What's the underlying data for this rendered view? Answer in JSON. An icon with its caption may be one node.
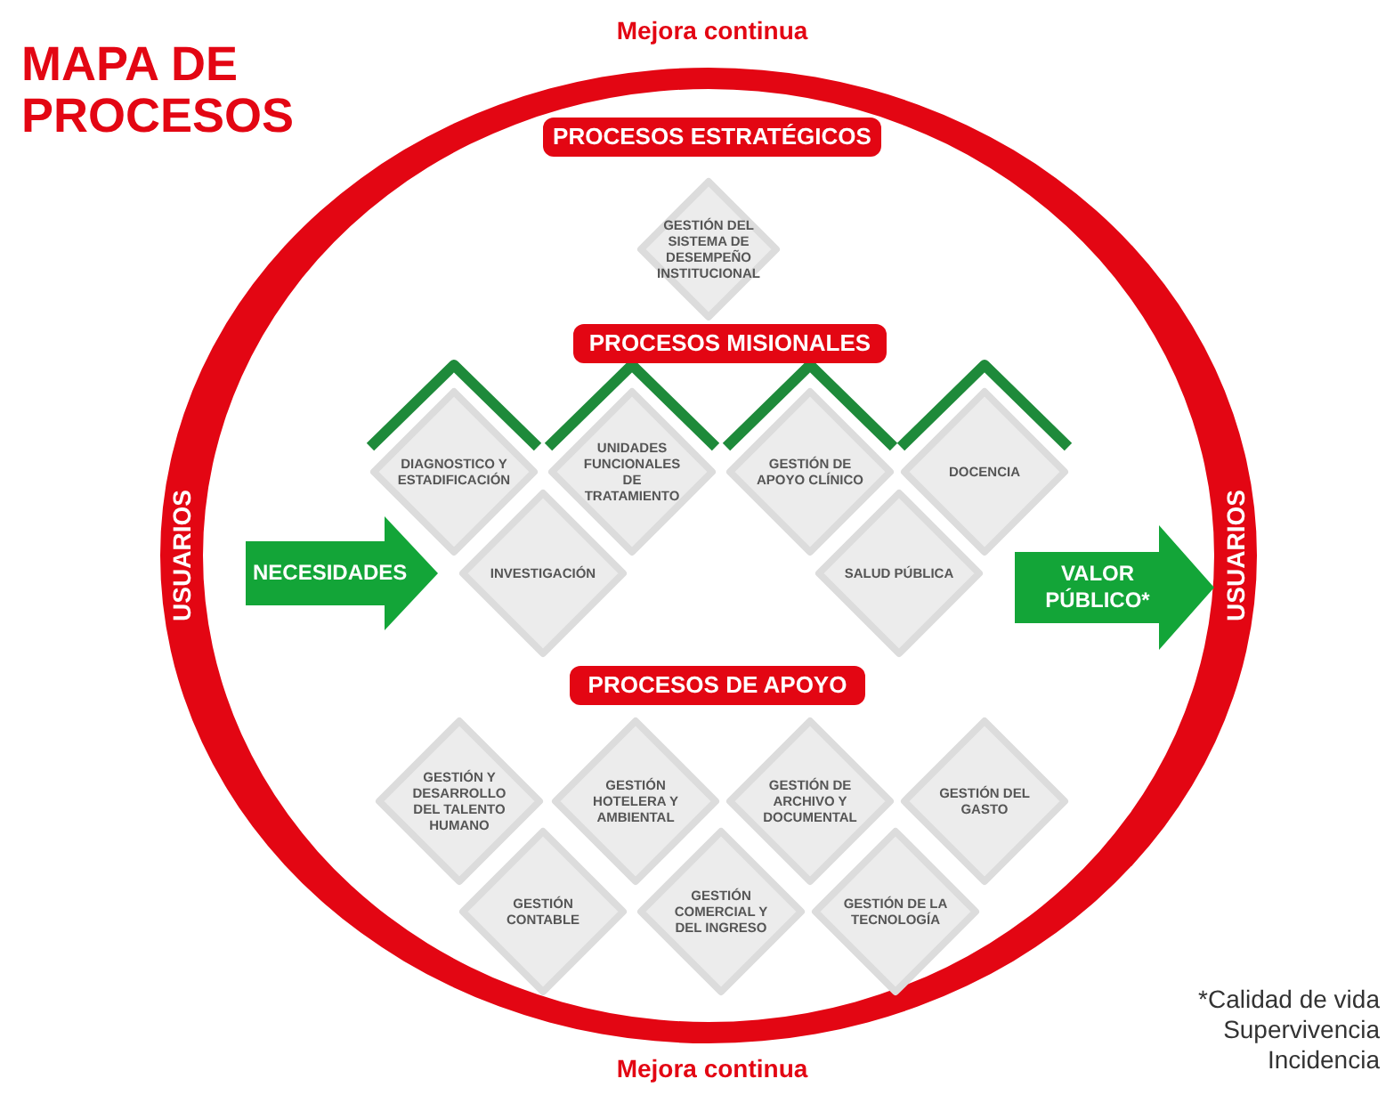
{
  "diagram": {
    "title": "MAPA DE PROCESOS",
    "nodes": [
      {
        "text": [
          "PROCESOS ESTRATÉGICOS"
        ]
      },
      {
        "text": [
          "GESTIÓN DEL SISTEMA DE DESEMPEÑO INSTITUCIONAL"
        ]
      },
      {
        "text": [
          "PROCESOS MISIONALES"
        ]
      },
      {
        "text": [
          "DIAGNOSTICO Y ESTADIFICACIÓN"
        ]
      },
      {
        "text": [
          "UNIDADES FUNCIONALES DE TRATAMIENTO"
        ]
      },
      {
        "text": [
          "GESTIÓN DE APOYO CLÍNICO"
        ]
      },
      {
        "text": [
          "DOCENCIA"
        ]
      },
      {
        "text": [
          "NECESIDADES"
        ]
      },
      {
        "text": [
          "INVESTIGACIÓN"
        ]
      },
      {
        "text": [
          "SALUD PÚBLICA"
        ]
      },
      {
        "text": [
          "VALOR PÚBLICO*"
        ]
      },
      {
        "text": [
          "PROCESOS DE APOYO"
        ]
      },
      {
        "text": [
          "GESTIÓN Y DESARROLLO DEL TALENTO HUMANO"
        ]
      },
      {
        "text": [
          "GESTIÓN HOTELERA Y AMBIENTAL"
        ]
      },
      {
        "text": [
          "GESTIÓN DE ARCHIVO Y DOCUMENTAL"
        ]
      },
      {
        "text": [
          "GESTIÓN DEL GASTO"
        ]
      },
      {
        "text": [
          "GESTIÓN CONTABLE"
        ]
      },
      {
        "text": [
          "GESTIÓN COMERCIAL Y DEL INGRESO"
        ]
      },
      {
        "text": [
          "GESTIÓN DE LA TECNOLOGÍA"
        ]
      }
    ],
    "labels": [
      "Mejora continua",
      "USUARIOS",
      "USUARIOS",
      "Mejora continua",
      "*Calidad de vida",
      "Supervivencia",
      "Incidencia"
    ]
  }
}
